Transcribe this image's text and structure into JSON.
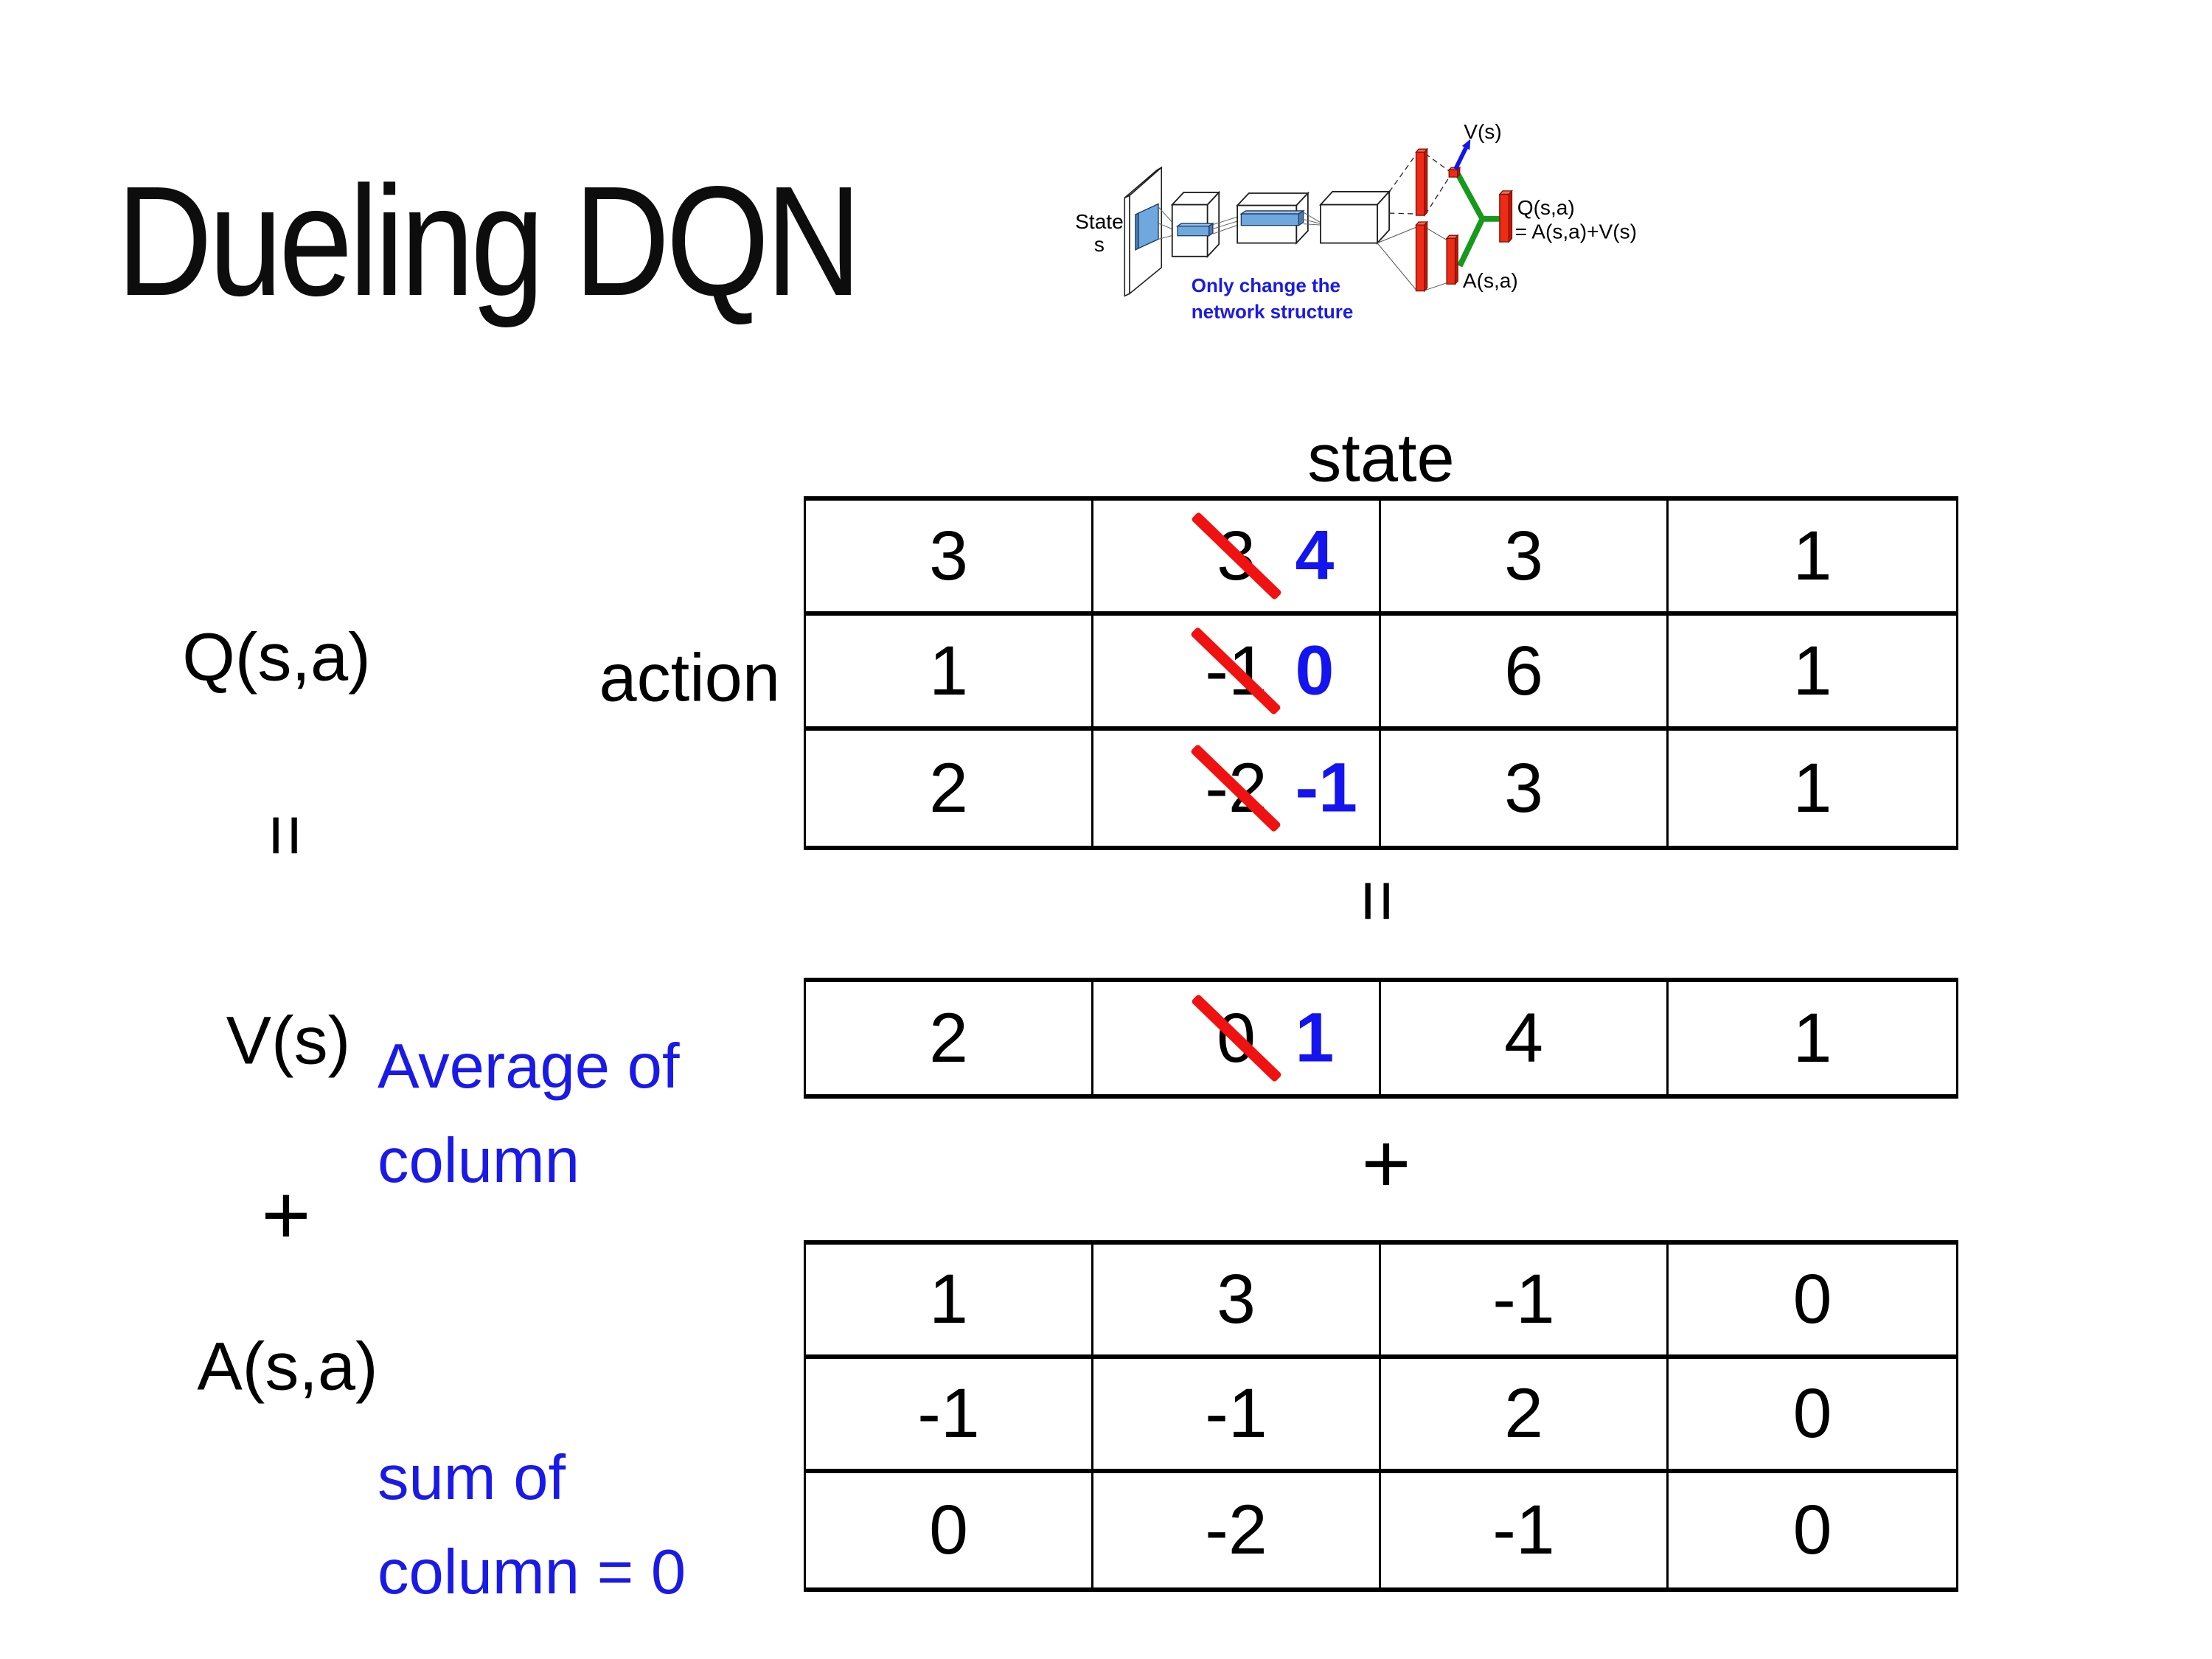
{
  "slide": {
    "title": "Dueling DQN"
  },
  "diagram": {
    "state_label_line1": "State",
    "state_label_line2": "s",
    "note_line1": "Only change the",
    "note_line2": "network structure",
    "v_output_label": "V(s)",
    "q_output_label_line1": "Q(s,a)",
    "q_output_label_line2": "= A(s,a)+V(s)",
    "a_output_label": "A(s,a)"
  },
  "equation": {
    "q_label": "Q(s,a)",
    "equals_left": "=",
    "v_label": "V(s)",
    "plus_left": "+",
    "a_label": "A(s,a)",
    "equals_center": "=",
    "plus_center": "+",
    "state_header": "state",
    "action_label": "action",
    "avg_note_line1": "Average of",
    "avg_note_line2": "column",
    "sum_note_line1": "sum of",
    "sum_note_line2": "column = 0"
  },
  "q_table": {
    "rows": [
      {
        "c1": "3",
        "c2_old": "3",
        "c2_new": "4",
        "c3": "3",
        "c4": "1"
      },
      {
        "c1": "1",
        "c2_old": "-1",
        "c2_new": "0",
        "c3": "6",
        "c4": "1"
      },
      {
        "c1": "2",
        "c2_old": "-2",
        "c2_new": "-1",
        "c3": "3",
        "c4": "1"
      }
    ]
  },
  "v_table": {
    "c1": "2",
    "c2_old": "0",
    "c2_new": "1",
    "c3": "4",
    "c4": "1"
  },
  "a_table": {
    "rows": [
      {
        "c1": "1",
        "c2": "3",
        "c3": "-1",
        "c4": "0"
      },
      {
        "c1": "-1",
        "c2": "-1",
        "c3": "2",
        "c4": "0"
      },
      {
        "c1": "0",
        "c2": "-2",
        "c3": "-1",
        "c4": "0"
      }
    ]
  },
  "colors": {
    "accent_blue": "#1a1ae8",
    "new_value_blue": "#1414ee",
    "strike_red": "#f01111",
    "bar_red": "#ee2b16",
    "bar_red_light": "#f4694f",
    "bar_red_dark": "#c21602",
    "green": "#169a1c",
    "slab_blue": "#6fa8dc",
    "slab_blue_light": "#9dc3e6",
    "slab_blue_dark": "#4a7fb5"
  }
}
